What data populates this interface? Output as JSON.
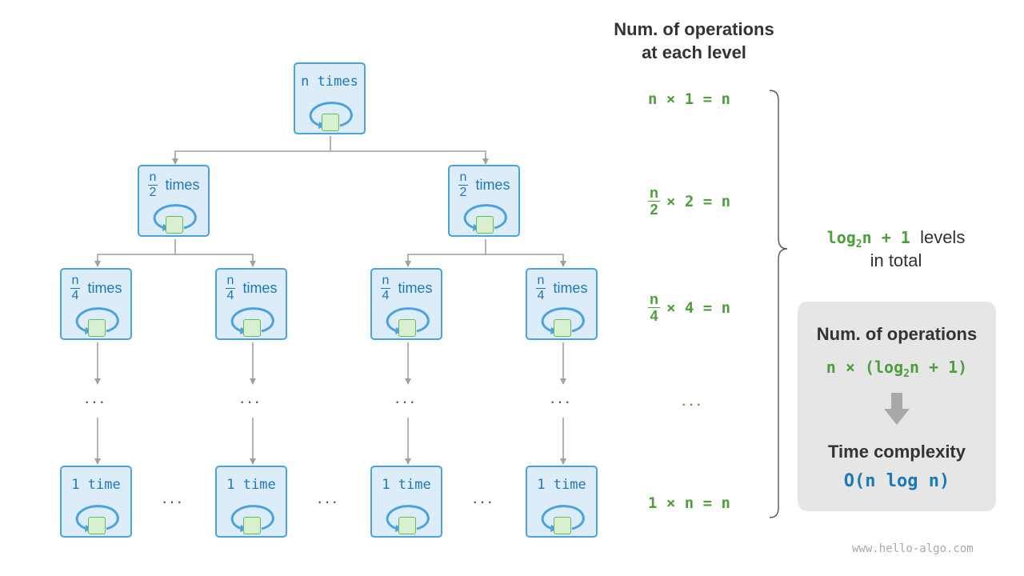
{
  "tree": {
    "root_label": "n times",
    "level2_label": "times",
    "level3_label": "times",
    "leaf_label": "1 time",
    "frac_num": "n",
    "frac_den_half": "2",
    "frac_den_quarter": "4",
    "ellipsis": "···"
  },
  "levels": {
    "header_line1": "Num. of operations",
    "header_line2": "at each level",
    "row1": "n × 1 = n",
    "row2_num": "n",
    "row2_den": "2",
    "row2_rest": "× 2 = n",
    "row3_num": "n",
    "row3_den": "4",
    "row3_rest": "× 4 = n",
    "row_ellipsis": "···",
    "row_last": "1 × n = n"
  },
  "total_levels": {
    "log": "log",
    "sub": "2",
    "expr_rest": "n + 1",
    "word1": "levels",
    "word2": "in total"
  },
  "summary": {
    "ops_title": "Num. of operations",
    "formula_pre": "n × (log",
    "formula_sub": "2",
    "formula_post": "n + 1)",
    "complexity_title": "Time complexity",
    "complexity_value": "O(n log n)"
  },
  "watermark": "www.hello-algo.com",
  "colors": {
    "node_fill": "#dcecf8",
    "node_border": "#4aa3df",
    "node_text": "#1d78b8",
    "box_fill": "#d8f0cf",
    "box_border": "#6bb85a",
    "formula_green": "#4e9e3c",
    "panel_bg": "#e6e6e6",
    "connector": "#a0a0a0"
  }
}
